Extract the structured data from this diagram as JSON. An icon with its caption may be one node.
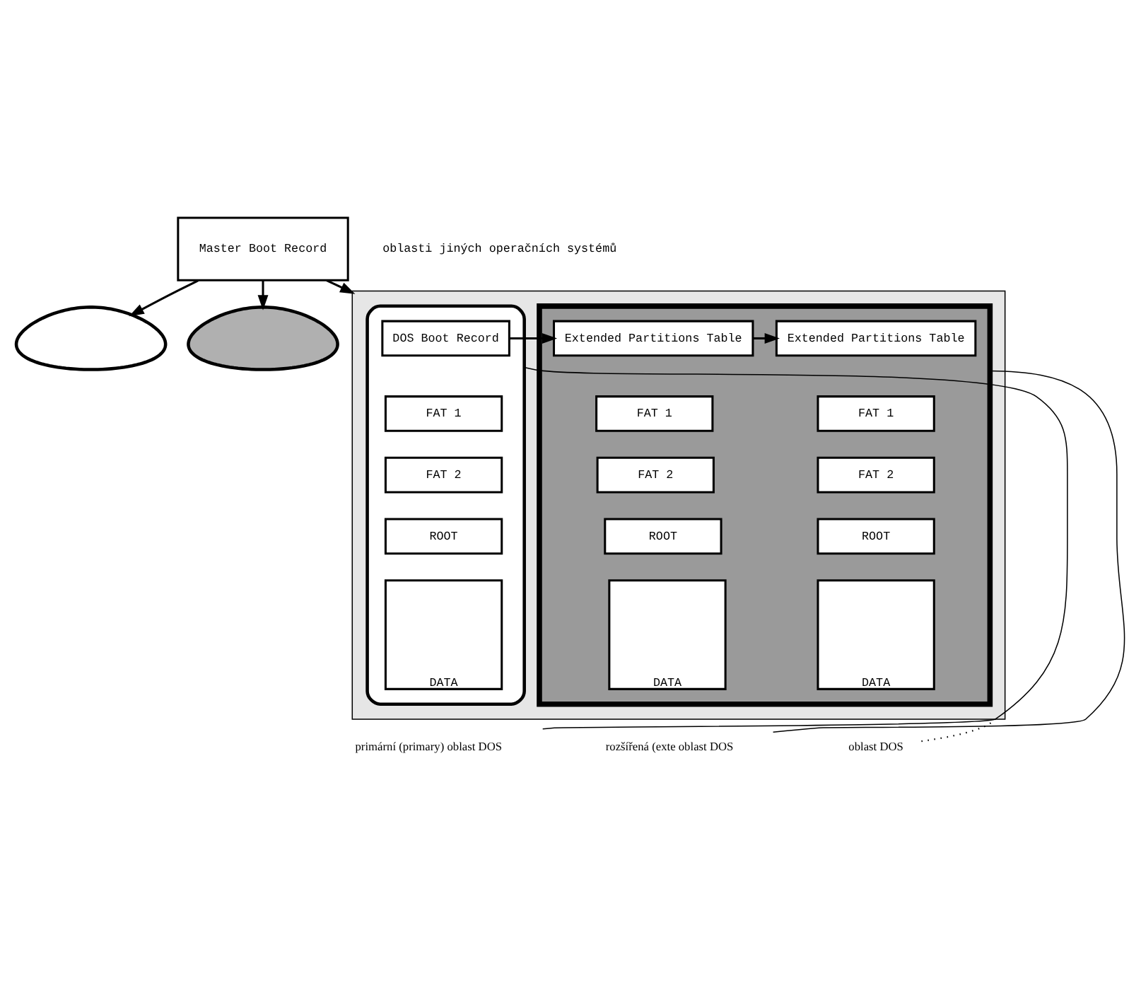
{
  "diagram": {
    "nodes": [
      {
        "text": [
          "Master Boot Record"
        ]
      },
      {
        "text": [],
        "shape": "cloud"
      },
      {
        "text": [],
        "shape": "cloud"
      },
      {
        "text": [],
        "shape": "box"
      },
      {
        "text": [],
        "shape": "box",
        "in": 3
      },
      {
        "text": [
          "DOS Boot Record"
        ],
        "in": 4
      },
      {
        "text": [
          "FAT 1"
        ],
        "in": 4
      },
      {
        "text": [
          "FAT 2"
        ],
        "in": 4
      },
      {
        "text": [
          "ROOT"
        ],
        "in": 4
      },
      {
        "text": [
          "DATA"
        ],
        "in": 4
      },
      {
        "text": [],
        "shape": "box",
        "in": 3
      },
      {
        "text": [
          "Extended Partitions Table"
        ],
        "in": 10
      },
      {
        "text": [
          "FAT 1"
        ],
        "in": 10
      },
      {
        "text": [
          "FAT 2"
        ],
        "in": 10
      },
      {
        "text": [
          "ROOT"
        ],
        "in": 10
      },
      {
        "text": [
          "DATA"
        ],
        "in": 10
      },
      {
        "text": [
          "Extended Partitions Table"
        ],
        "in": 10
      },
      {
        "text": [
          "FAT 1"
        ],
        "in": 10
      },
      {
        "text": [
          "FAT 2"
        ],
        "in": 10
      },
      {
        "text": [
          "ROOT"
        ],
        "in": 10
      },
      {
        "text": [
          "DATA"
        ],
        "in": 10
      },
      {
        "text": [
          "oblast DOS"
        ]
      },
      {
        "text": [
          "primární (primary) oblast DOS"
        ]
      },
      {
        "text": [
          "rozšířená (exte oblast DOS"
        ]
      }
    ],
    "edges": [
      {
        "from": 0,
        "to": 1,
        "arrow": "to"
      },
      {
        "from": 0,
        "to": 2,
        "arrow": "to"
      },
      {
        "from": 0,
        "to": 3,
        "arrow": "to"
      },
      {
        "from": 5,
        "to": 11,
        "arrow": "to"
      },
      {
        "from": 11,
        "to": 16,
        "arrow": "to"
      },
      {
        "from": 21,
        "to": 3,
        "arrow": "none",
        "style": "dashed"
      },
      {
        "from": 22,
        "to": 4,
        "arrow": "none"
      },
      {
        "from": 23,
        "to": 10,
        "arrow": "none"
      }
    ],
    "labels": [
      "oblasti jiných operačních systémů"
    ]
  }
}
